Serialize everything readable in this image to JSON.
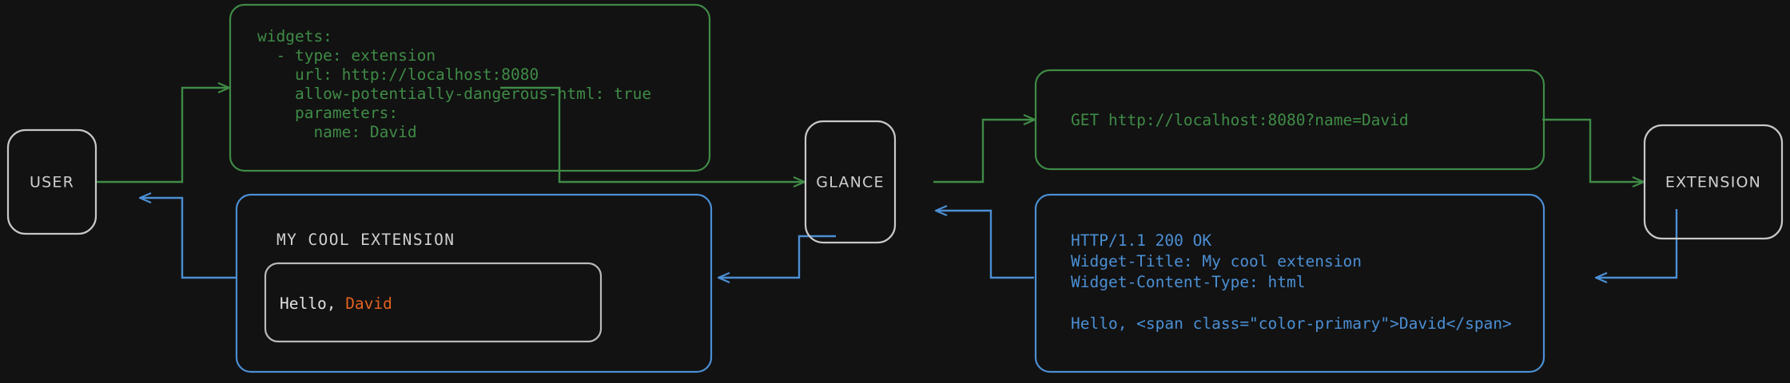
{
  "diagram": {
    "type": "sequence-flow",
    "title": "",
    "background_color": "#121212",
    "colors": {
      "node_stroke": "#c8c8c8",
      "request_green": "#3f8b46",
      "response_blue": "#4b8fd4",
      "accent_orange": "#e3631f",
      "widget_text": "#e2e2e2"
    }
  },
  "nodes": [
    {
      "id": "user",
      "label": "USER"
    },
    {
      "id": "glance",
      "label": "GLANCE"
    },
    {
      "id": "extension",
      "label": "EXTENSION"
    }
  ],
  "request_flow": {
    "color": "#3f8b46",
    "config_block": {
      "name": "yaml-config",
      "lines": [
        "widgets:",
        "  - type: extension",
        "    url: http://localhost:8080",
        "    allow-potentially-dangerous-html: true",
        "    parameters:",
        "      name: David"
      ]
    },
    "http_request_block": {
      "name": "http-request",
      "lines": [
        "GET http://localhost:8080?name=David"
      ]
    }
  },
  "response_flow": {
    "color": "#4b8fd4",
    "http_response_block": {
      "name": "http-response",
      "lines": [
        "HTTP/1.1 200 OK",
        "Widget-Title: My cool extension",
        "Widget-Content-Type: html",
        "",
        "Hello, <span class=\"color-primary\">David</span>"
      ]
    },
    "rendered_widget": {
      "name": "rendered-widget",
      "title": "MY COOL EXTENSION",
      "body_prefix": "Hello, ",
      "body_accent": "David"
    }
  }
}
